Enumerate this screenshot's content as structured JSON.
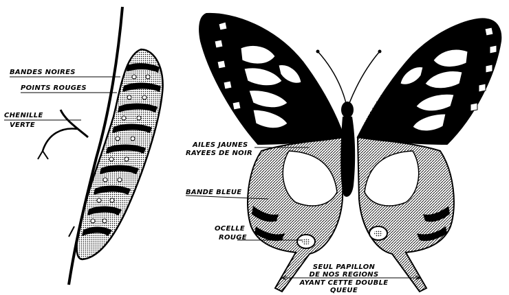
{
  "caterpillar": {
    "labels": {
      "black_bands": "BANDES NOIRES",
      "red_dots": "POINTS ROUGES",
      "caterpillar_1": "CHENILLE",
      "caterpillar_2": "VERTE"
    }
  },
  "butterfly": {
    "labels": {
      "yellow_wings_1": "AILES JAUNES",
      "yellow_wings_2": "RAYEES DE NOIR",
      "blue_band": "BANDE BLEUE",
      "eyespot_1": "OCELLE",
      "eyespot_2": "ROUGE",
      "tail_1": "SEUL PAPILLON",
      "tail_2": "DE NOS REGIONS",
      "tail_3": "AYANT CETTE DOUBLE",
      "tail_4": "QUEUE"
    }
  },
  "colors": {
    "ink": "#000000",
    "paper": "#ffffff"
  }
}
